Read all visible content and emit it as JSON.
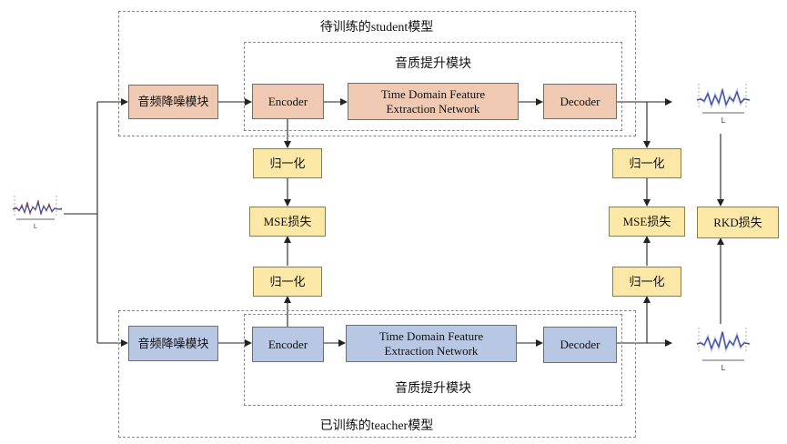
{
  "student": {
    "title": "待训练的student模型",
    "enhance_title": "音质提升模块",
    "denoise": "音频降噪模块",
    "encoder": "Encoder",
    "tdfen_line1": "Time Domain Feature",
    "tdfen_line2": "Extraction Network",
    "decoder": "Decoder"
  },
  "teacher": {
    "title": "已训练的teacher模型",
    "enhance_title": "音质提升模块",
    "denoise": "音频降噪模块",
    "encoder": "Encoder",
    "tdfen_line1": "Time Domain Feature",
    "tdfen_line2": "Extraction Network",
    "decoder": "Decoder"
  },
  "losses": {
    "norm_label": "归一化",
    "mse_label": "MSE损失",
    "rkd_label": "RKD损失"
  },
  "waveforms": {
    "length_label": "L"
  },
  "colors": {
    "student_fill": "#efc9b2",
    "teacher_fill": "#b8c7e3",
    "loss_fill": "#fbe7a6",
    "wave_color": "#3a4fa0"
  }
}
